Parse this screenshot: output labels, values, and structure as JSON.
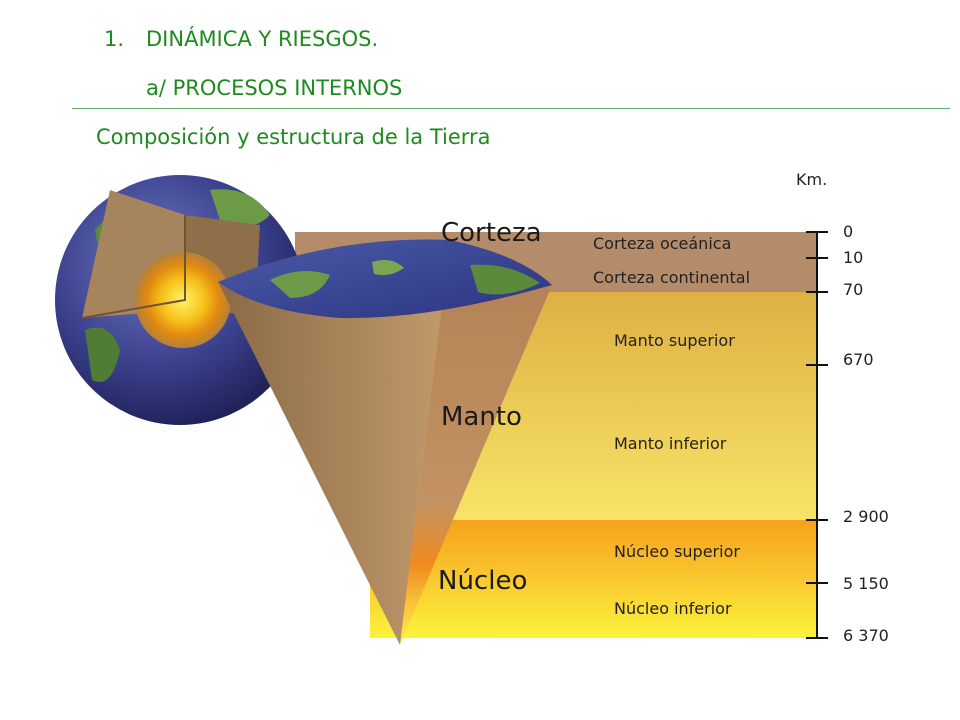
{
  "header": {
    "number": "1.",
    "title": "DINÁMICA Y RIESGOS.",
    "subtitle": "a/ PROCESOS INTERNOS",
    "section": "Composición y estructura de la Tierra"
  },
  "scale": {
    "unit": "Km.",
    "ticks": [
      "0",
      "10",
      "70",
      "670",
      "2 900",
      "5 150",
      "6 370"
    ]
  },
  "layers": {
    "corteza": "Corteza",
    "manto": "Manto",
    "nucleo": "Núcleo"
  },
  "sublayers": {
    "corteza_oceanica": "Corteza oceánica",
    "corteza_continental": "Corteza continental",
    "manto_superior": "Manto superior",
    "manto_inferior": "Manto inferior",
    "nucleo_superior": "Núcleo superior",
    "nucleo_inferior": "Núcleo inferior"
  },
  "colors": {
    "header_green": "#1f8a1f",
    "crust": "#b48c6a",
    "mantle_top": "#e0a83e",
    "mantle_bottom": "#f6e266",
    "outer_core": "#f7a020",
    "inner_core": "#fbf23a"
  }
}
